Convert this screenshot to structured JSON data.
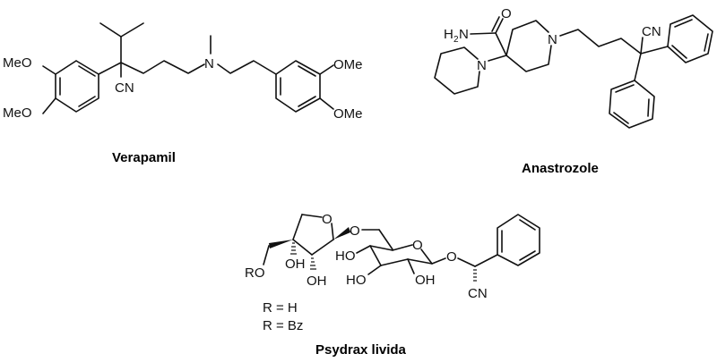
{
  "compounds": [
    {
      "name": "Verapamil",
      "labels": {
        "meo_top": "MeO",
        "meo_bottom": "MeO",
        "cn": "CN",
        "n": "N",
        "ome_top": "OMe",
        "ome_bottom": "OMe"
      }
    },
    {
      "name": "Anastrozole",
      "labels": {
        "o": "O",
        "h2n_h": "H",
        "h2n_2": "2",
        "h2n_n": "N",
        "n_pip": "N",
        "n_ring": "N",
        "cn": "CN"
      }
    },
    {
      "name": "Psydrax livida",
      "labels": {
        "o_furan": "O",
        "o_link": "O",
        "ro": "RO",
        "oh_1": "OH",
        "oh_2": "OH",
        "ho_1": "HO",
        "ho_2": "HO",
        "oh_3": "OH",
        "o_pyran": "O",
        "o_glyc": "O",
        "cn": "CN"
      },
      "r_groups": [
        "R = H",
        "R = Bz"
      ]
    }
  ],
  "colors": {
    "ink": "#111111",
    "background": "#ffffff"
  }
}
